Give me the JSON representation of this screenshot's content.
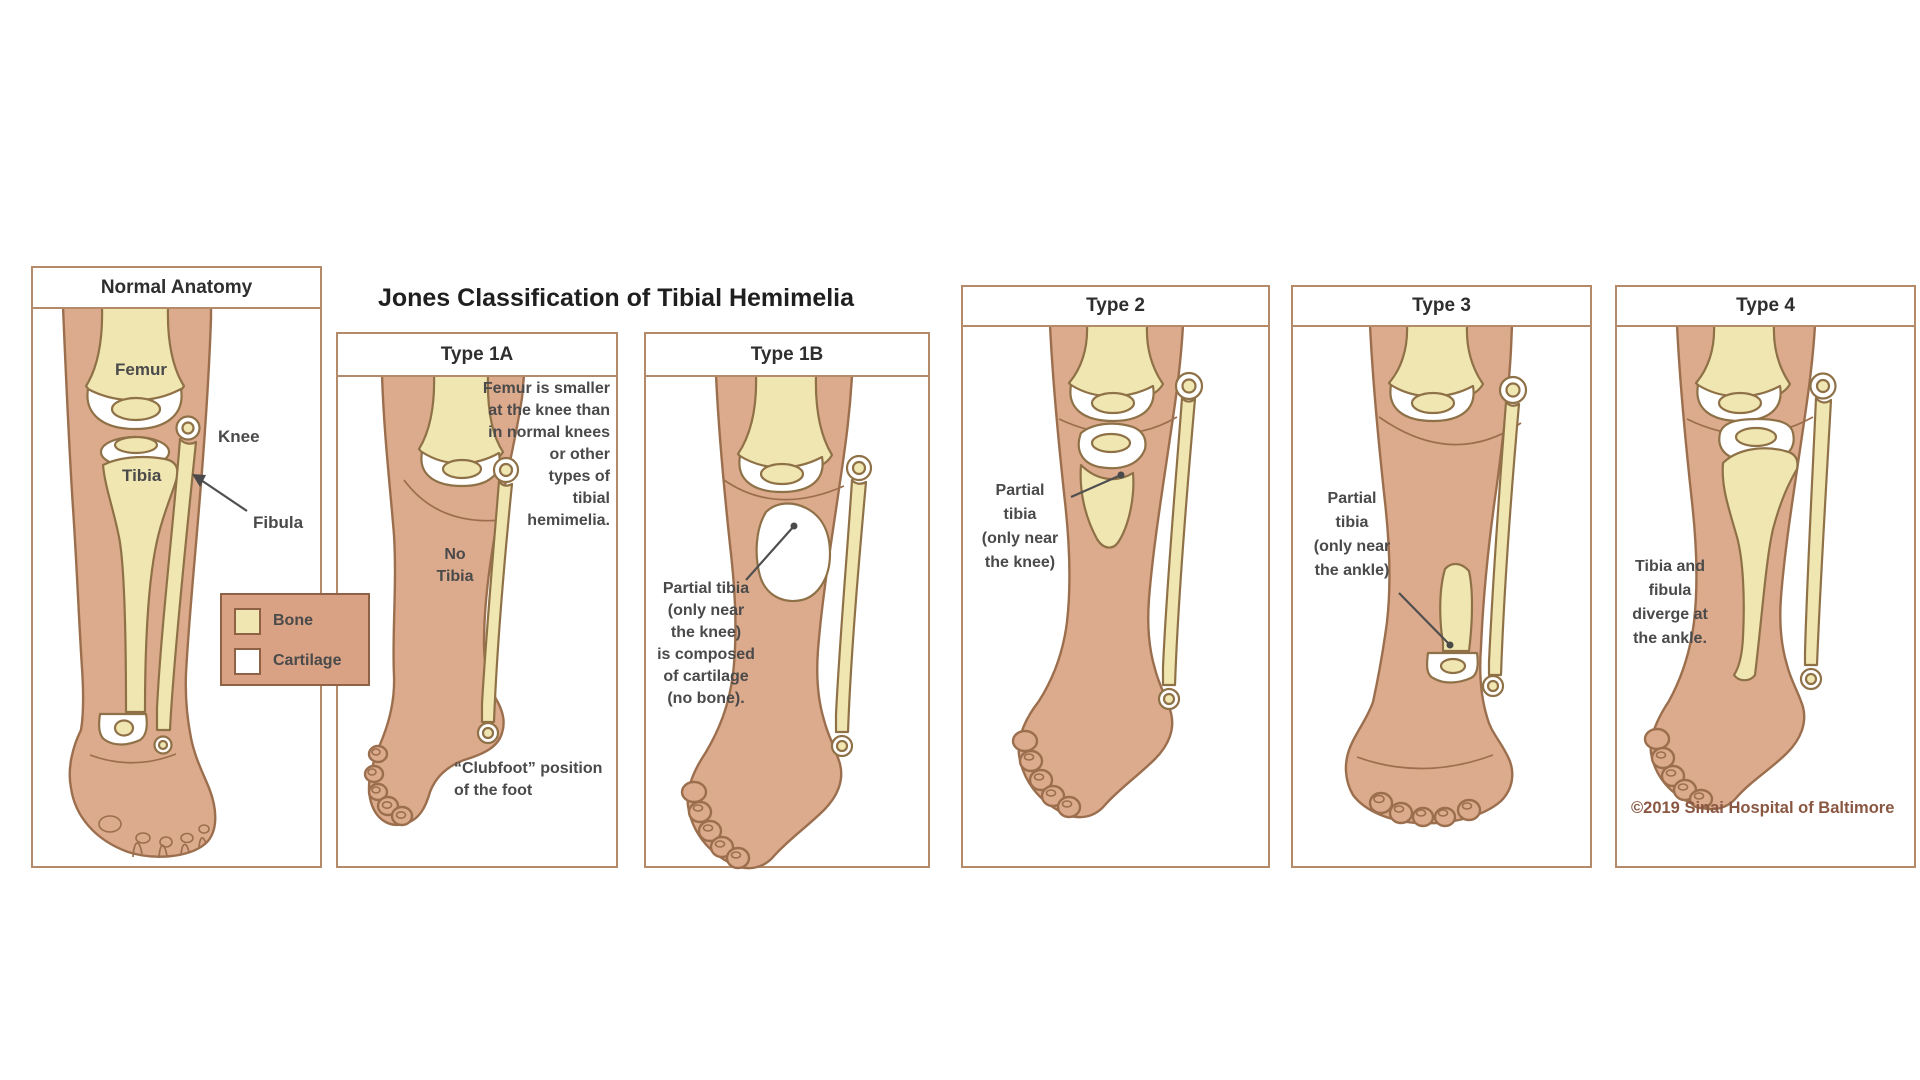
{
  "title": "Jones Classification of Tibial Hemimelia",
  "legend": {
    "bone_label": "Bone",
    "cartilage_label": "Cartilage"
  },
  "colors": {
    "skin": "#DCAA8C",
    "skin_outline": "#9B6F4E",
    "bone": "#F0E6B2",
    "bone_outline": "#8F7147",
    "cartilage": "#FFFFFF",
    "panel_border": "#B48A68",
    "legend_background": "#D9A284",
    "annotation_text": "#4A4A4A",
    "copyright_text": "#8A5742"
  },
  "panels": {
    "normal": {
      "header": "Normal Anatomy",
      "femur_label": "Femur",
      "knee_label": "Knee",
      "tibia_label": "Tibia",
      "fibula_label": "Fibula"
    },
    "type1a": {
      "header": "Type 1A",
      "note": "Femur is smaller\nat the knee than\nin normal knees\nor other\ntypes of\ntibial\nhemimelia.",
      "no_tibia_label": "No\nTibia",
      "clubfoot_note": "“Clubfoot” position\nof the foot"
    },
    "type1b": {
      "header": "Type 1B",
      "note": "Partial tibia\n(only near\nthe  knee)\nis composed\nof cartilage\n(no bone)."
    },
    "type2": {
      "header": "Type 2",
      "note": "Partial\ntibia\n(only near\nthe knee)"
    },
    "type3": {
      "header": "Type 3",
      "note": "Partial\ntibia\n(only near\nthe ankle)"
    },
    "type4": {
      "header": "Type 4",
      "note": "Tibia and\nfibula\ndiverge at\nthe ankle.",
      "copyright": "©2019 Sinai Hospital of Baltimore"
    }
  }
}
